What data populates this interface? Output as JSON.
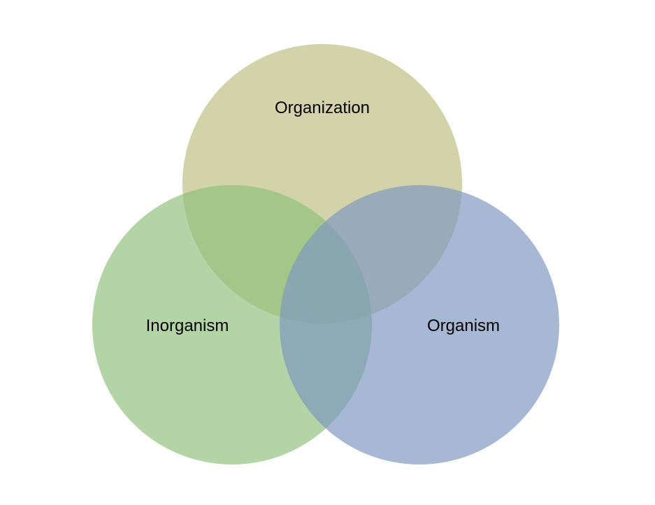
{
  "diagram": {
    "type": "venn",
    "sets": [
      {
        "id": "top",
        "label": "Organization",
        "color": "#BCBE7F"
      },
      {
        "id": "left",
        "label": "Inorganism",
        "color": "#8FBF7A"
      },
      {
        "id": "right",
        "label": "Organism",
        "color": "#7E97BF"
      }
    ]
  }
}
